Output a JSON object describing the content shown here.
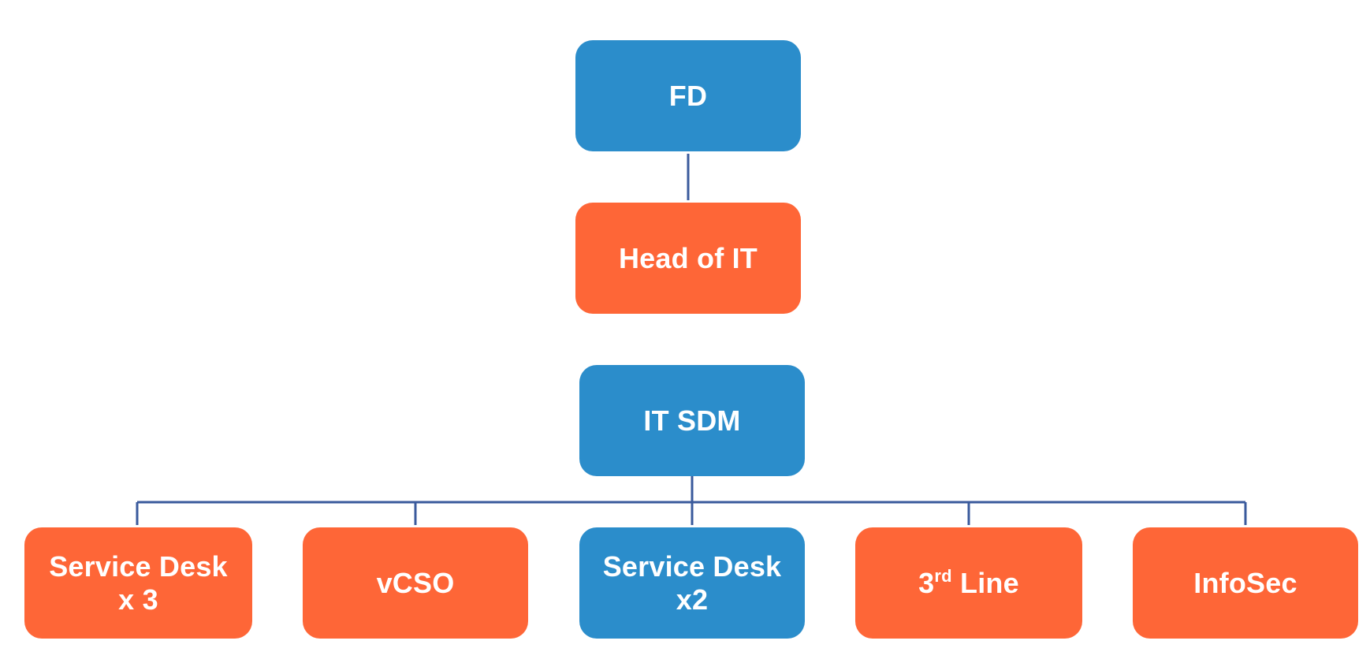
{
  "colors": {
    "blue": "#2b8dcb",
    "orange": "#fe6637",
    "connector": "#3a5a9c"
  },
  "nodes": {
    "fd": {
      "lines": [
        "FD"
      ],
      "color": "blue"
    },
    "head_of_it": {
      "lines": [
        "Head of IT"
      ],
      "color": "orange"
    },
    "it_sdm": {
      "lines": [
        "IT SDM"
      ],
      "color": "blue"
    },
    "service_desk_x3": {
      "lines": [
        "Service Desk",
        "x 3"
      ],
      "color": "orange"
    },
    "vcso": {
      "lines": [
        "vCSO"
      ],
      "color": "orange"
    },
    "service_desk_x2": {
      "lines": [
        "Service Desk",
        "x2"
      ],
      "color": "blue"
    },
    "third_line": {
      "number": "3",
      "superscript": "rd",
      "rest": " Line",
      "color": "orange"
    },
    "infosec": {
      "lines": [
        "InfoSec"
      ],
      "color": "orange"
    }
  }
}
